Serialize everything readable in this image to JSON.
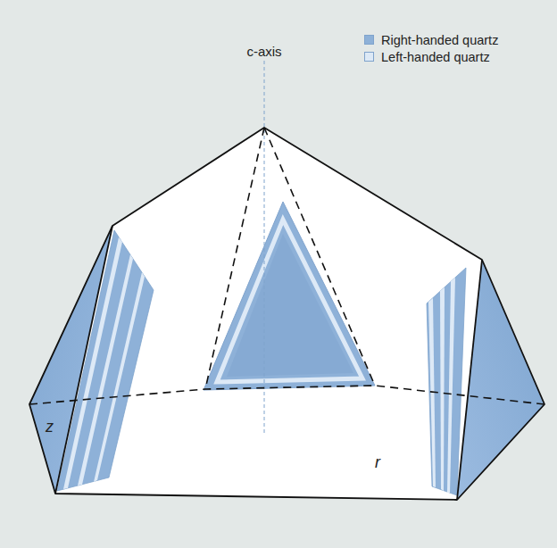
{
  "diagram": {
    "labels": [
      "c-axis",
      "z",
      "r"
    ],
    "legend": [
      {
        "text": "Right-handed quartz",
        "color": "#8eb1d8"
      },
      {
        "text": "Left-handed quartz",
        "color": "#dde9f6"
      }
    ]
  }
}
